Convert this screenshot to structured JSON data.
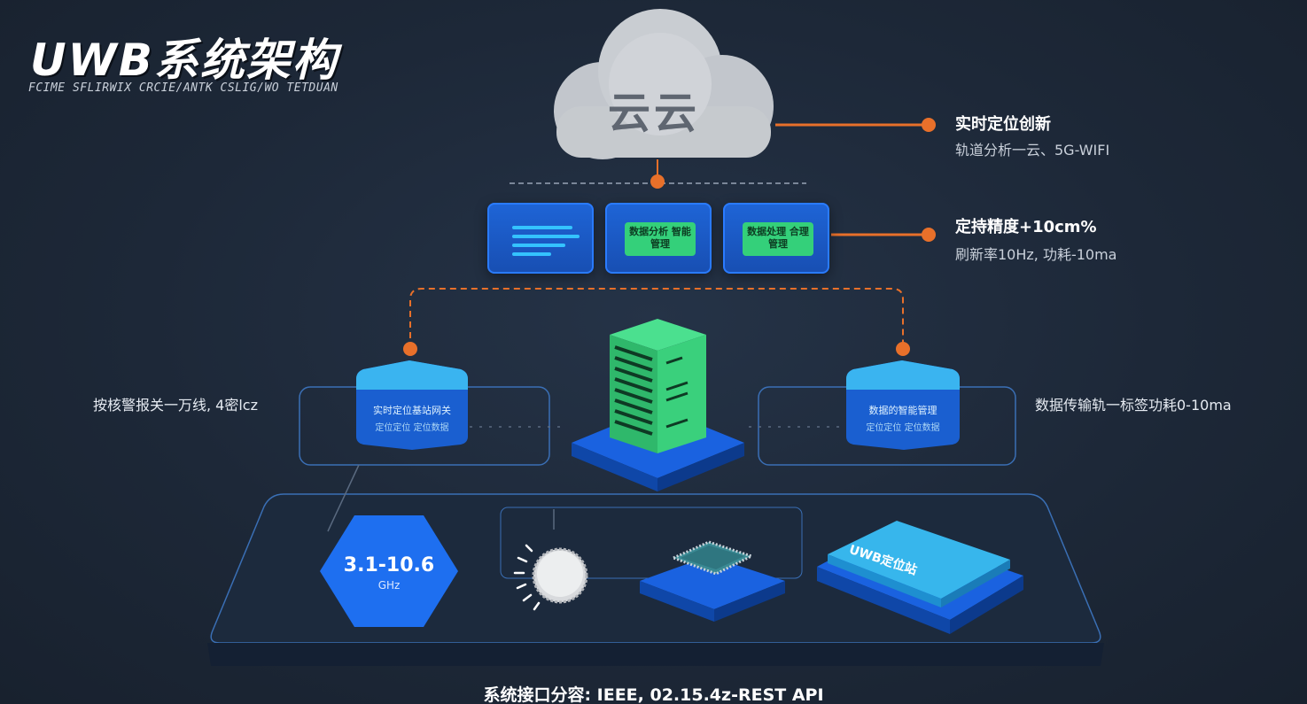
{
  "header": {
    "title": "UWB系统架构",
    "subtitle": "FCIME SFLIRWIX CRCIE/ANTK CSLIG/WO TETDUAN"
  },
  "cloud": {
    "label": "云云"
  },
  "services": [
    {
      "kind": "list"
    },
    {
      "text": "数据分析 智能管理"
    },
    {
      "text": "数据处理 合理管理"
    }
  ],
  "annotations": {
    "top": {
      "title": "实时定位创新",
      "sub": "轨道分析一云、5G-WIFI"
    },
    "middle": {
      "title": "定持精度+10cm%",
      "sub": "刷新率10Hz, 功耗-10ma"
    },
    "left": "按核警报关一万线, 4密lcz",
    "right": "数据传输轨一标签功耗0-10ma"
  },
  "gateways": {
    "left": {
      "line1": "实时定位基站网关",
      "line2": "定位定位 定位数据"
    },
    "right": {
      "line1": "数据的智能管理",
      "line2": "定位定位 定位数据"
    }
  },
  "devices": {
    "hex": {
      "label": "3.1-10.6",
      "sub": "GHz"
    },
    "board": {
      "label": "UWB定位站"
    }
  },
  "footer": "系统接口分容: IEEE, 02.15.4z-REST API",
  "colors": {
    "accent_orange": "#e8702a",
    "primary_blue": "#1e64d6",
    "green": "#34d07a",
    "cyan": "#3ec0f0"
  }
}
